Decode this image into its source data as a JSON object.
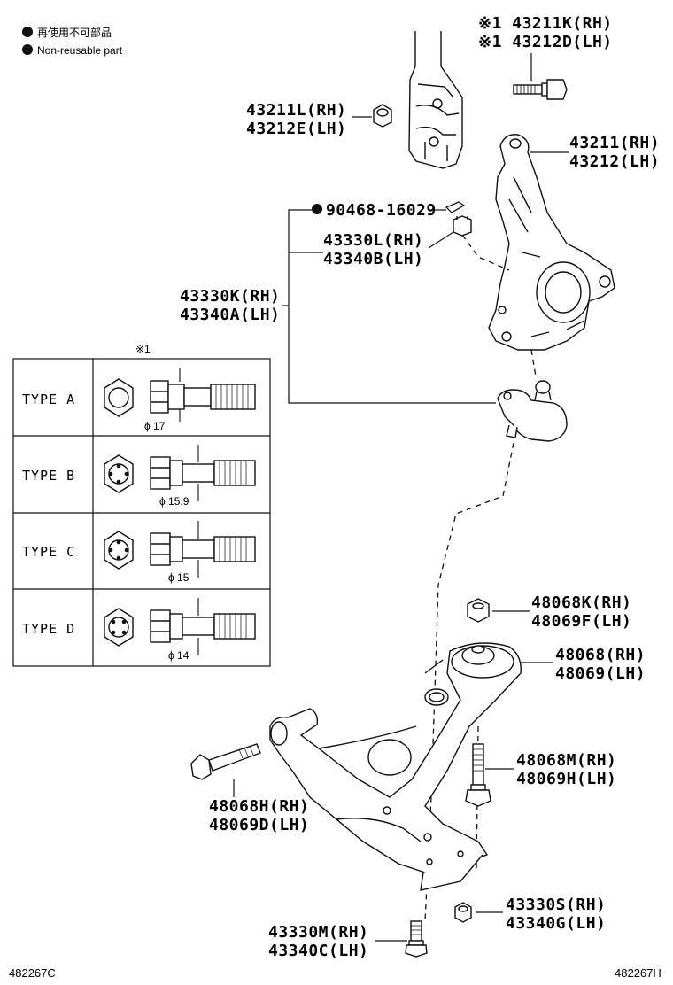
{
  "legend": {
    "marker_jp": "再使用不可部品",
    "marker_en": "Non-reusable part"
  },
  "parts": {
    "bolt_a_rh": "※1 43211K(RH)",
    "bolt_a_lh": "※1 43212D(LH)",
    "nut_a_rh": "43211L(RH)",
    "nut_a_lh": "43212E(LH)",
    "knuckle_rh": "43211(RH)",
    "knuckle_lh": "43212(LH)",
    "cotter_pin": "90468-16029",
    "nut_b_rh": "43330L(RH)",
    "nut_b_lh": "43340B(LH)",
    "balljoint_rh": "43330K(RH)",
    "balljoint_lh": "43340A(LH)",
    "nut_c_rh": "48068K(RH)",
    "nut_c_lh": "48069F(LH)",
    "bushing_rh": "48068(RH)",
    "bushing_lh": "48069(LH)",
    "bolt_b_rh": "48068M(RH)",
    "bolt_b_lh": "48069H(LH)",
    "bolt_c_rh": "48068H(RH)",
    "bolt_c_lh": "48069D(LH)",
    "nut_d_rh": "43330S(RH)",
    "nut_d_lh": "43340G(LH)",
    "bolt_d_rh": "43330M(RH)",
    "bolt_d_lh": "43340C(LH)"
  },
  "type_table": {
    "header": "※1",
    "rows": [
      {
        "label": "TYPE A",
        "dia": "ϕ 17"
      },
      {
        "label": "TYPE B",
        "dia": "ϕ 15.9"
      },
      {
        "label": "TYPE C",
        "dia": "ϕ 15"
      },
      {
        "label": "TYPE D",
        "dia": "ϕ 14"
      }
    ]
  },
  "codes": {
    "left": "482267C",
    "right": "482267H"
  }
}
